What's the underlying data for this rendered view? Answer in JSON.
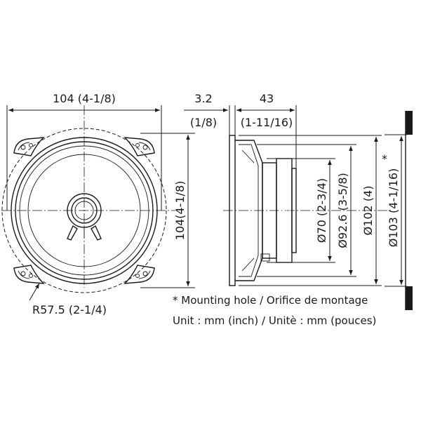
{
  "front_view": {
    "width_label": "104 (4-1/8)",
    "height_label": "104(4-1/8)",
    "radius_label": "R57.5 (2-1/4)"
  },
  "side_view": {
    "flange_label": "3.2",
    "flange_label_inch": "(1/8)",
    "depth_label": "43",
    "depth_label_inch": "(1-11/16)",
    "dia_70": "Ø70 (2-3/4)",
    "dia_92_6": "Ø92.6 (3-5/8)",
    "dia_102": "Ø102 (4)",
    "dia_103": "Ø103 (4-1/16)",
    "dia_103_mark": "*"
  },
  "notes": {
    "mounting": "* Mounting hole / Orifice de montage",
    "units": "Unit : mm (inch) / Unitè : mm (pouces)"
  }
}
